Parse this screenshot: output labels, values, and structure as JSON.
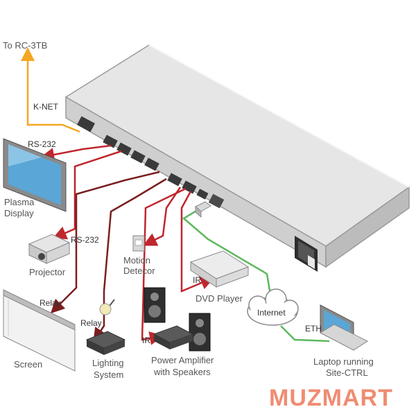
{
  "labels": {
    "to_rc3tb": "To RC-3TB",
    "knet": "K-NET",
    "rs232_a": "RS-232",
    "rs232_b": "RS-232",
    "plasma_display": [
      "Plasma",
      "Display"
    ],
    "projector": "Projector",
    "motion_detector": [
      "Motion",
      "Detecor"
    ],
    "ir_dvd": "IR",
    "dvd_player": "DVD Player",
    "relay_a": "Relay",
    "relay_b": "Relay",
    "ir_amp": "IR",
    "internet": "Internet",
    "eth": "ETH",
    "screen": "Screen",
    "lighting_system": [
      "Lighting",
      "System"
    ],
    "power_amplifier": [
      "Power Amplifier",
      "with Speakers"
    ],
    "laptop": [
      "Laptop running",
      "Site-CTRL"
    ]
  },
  "watermark": "MUZMART",
  "colors": {
    "rs232": "#c0262d",
    "relay": "#7a1e1e",
    "knet": "#f5a623",
    "ethernet": "#5cb85c",
    "watermark": "#f08c72"
  }
}
